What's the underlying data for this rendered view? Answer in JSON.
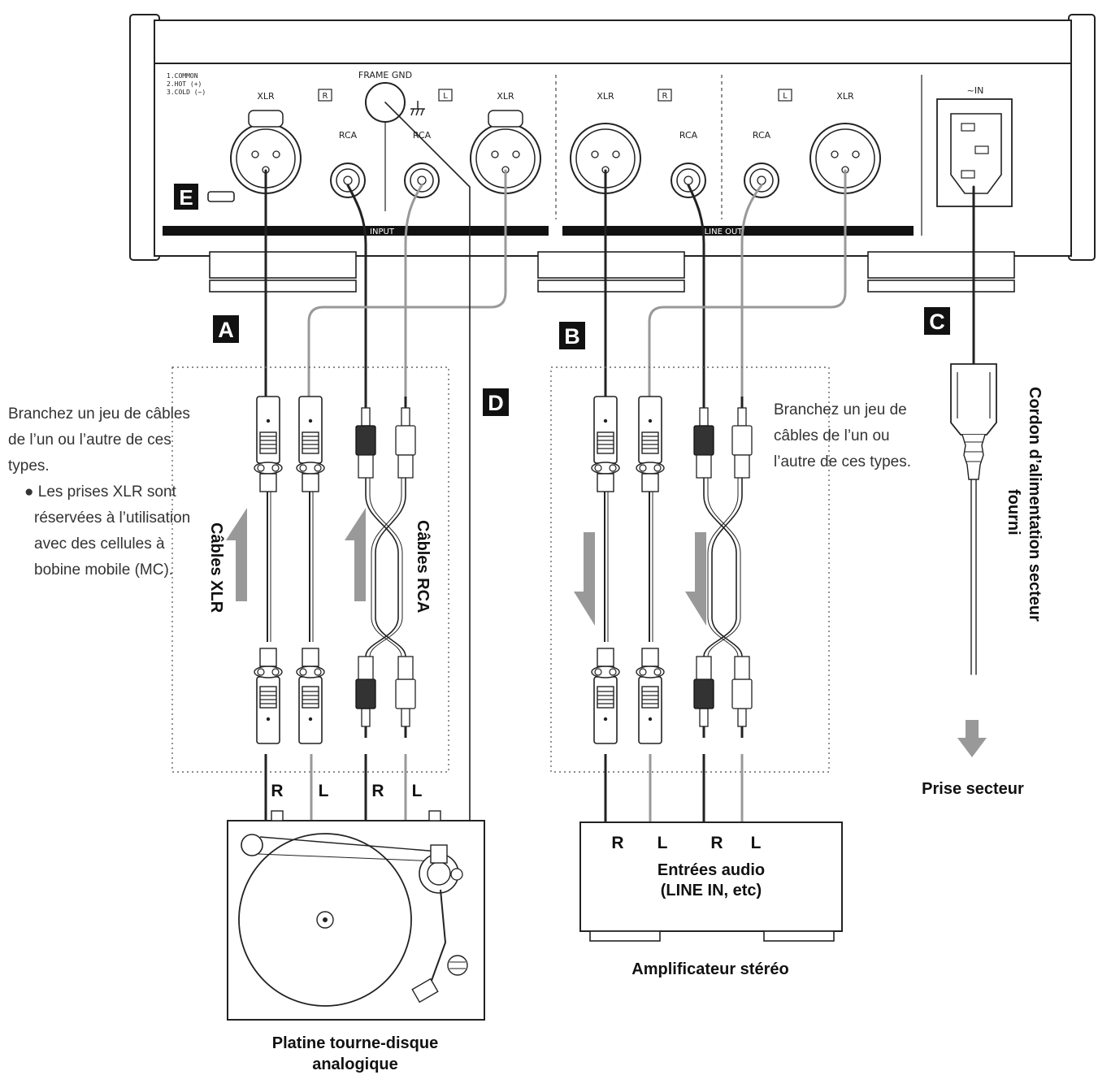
{
  "panel": {
    "pin_legend": [
      "1.COMMON",
      "2.HOT (+)",
      "3.COLD (−)"
    ],
    "frame_gnd": "FRAME GND",
    "xlr": "XLR",
    "rca": "RCA",
    "r_mark": "R",
    "l_mark": "L",
    "input_label": "INPUT",
    "line_out_label": "LINE OUT",
    "ac_in": "~IN"
  },
  "callouts": {
    "a": "A",
    "b": "B",
    "c": "C",
    "d": "D",
    "e": "E"
  },
  "left_note": {
    "line1": "Branchez un jeu de câbles",
    "line2": "de l’un ou l’autre de ces",
    "line3": "types.",
    "bullet_l1": "Les prises XLR sont",
    "bullet_l2": "réservées à l’utilisation",
    "bullet_l3": "avec des cellules à",
    "bullet_l4": "bobine mobile (MC)."
  },
  "right_note": {
    "line1": "Branchez un jeu de",
    "line2": "câbles de l’un ou",
    "line3": "l’autre de ces types."
  },
  "cable_labels": {
    "xlr": "Câbles XLR",
    "rca": "Câbles RCA",
    "power_l1": "Cordon d’alimentation secteur",
    "power_l2": "fourni"
  },
  "channels": {
    "r": "R",
    "l": "L"
  },
  "turntable": {
    "line1": "Platine tourne-disque",
    "line2": "analogique"
  },
  "amplifier": {
    "inputs_l1": "Entrées audio",
    "inputs_l2": "(LINE IN, etc)",
    "name": "Amplificateur stéréo"
  },
  "outlet": "Prise secteur"
}
